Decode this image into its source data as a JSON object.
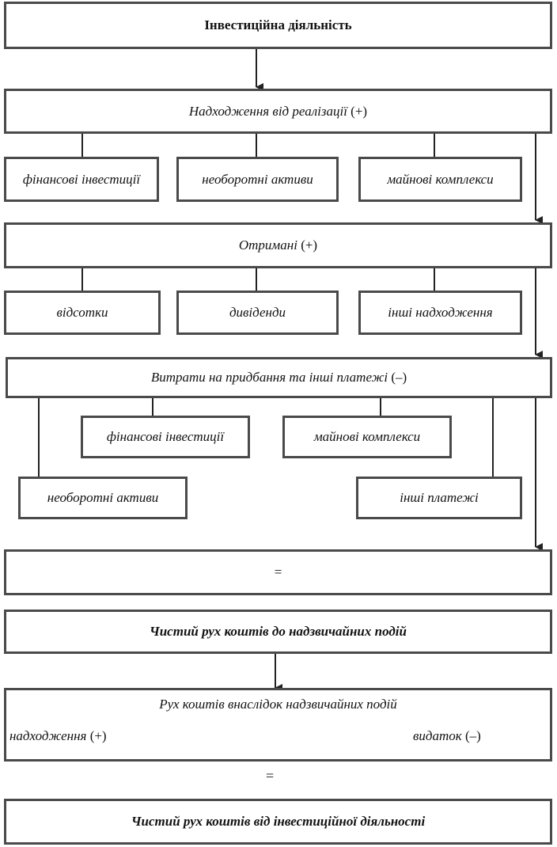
{
  "title": "Інвестиційна діяльність",
  "proceeds": {
    "label": "Надходження від реалізації",
    "sign": "(+)",
    "items": [
      "фінансові інвестиції",
      "необоротні активи",
      "майнові комплекси"
    ]
  },
  "received": {
    "label": "Отримані",
    "sign": "(+)",
    "items": [
      "відсотки",
      "дивіденди",
      "інші надходження"
    ]
  },
  "expenses": {
    "label": "Витрати на придбання та інші платежі",
    "sign": "(–)",
    "items": [
      "фінансові інвестиції",
      "майнові комплекси",
      "необоротні активи",
      "інші платежі"
    ]
  },
  "equals_1": "=",
  "net_before": "Чистий рух коштів до надзвичайних подій",
  "extraordinary": {
    "label": "Рух коштів внаслідок надзвичайних подій",
    "inflow": "надходження",
    "inflow_sign": "(+)",
    "outflow": "видаток",
    "outflow_sign": "(–)"
  },
  "equals_2": "=",
  "net_result": "Чистий рух коштів від інвестиційної діяльності"
}
